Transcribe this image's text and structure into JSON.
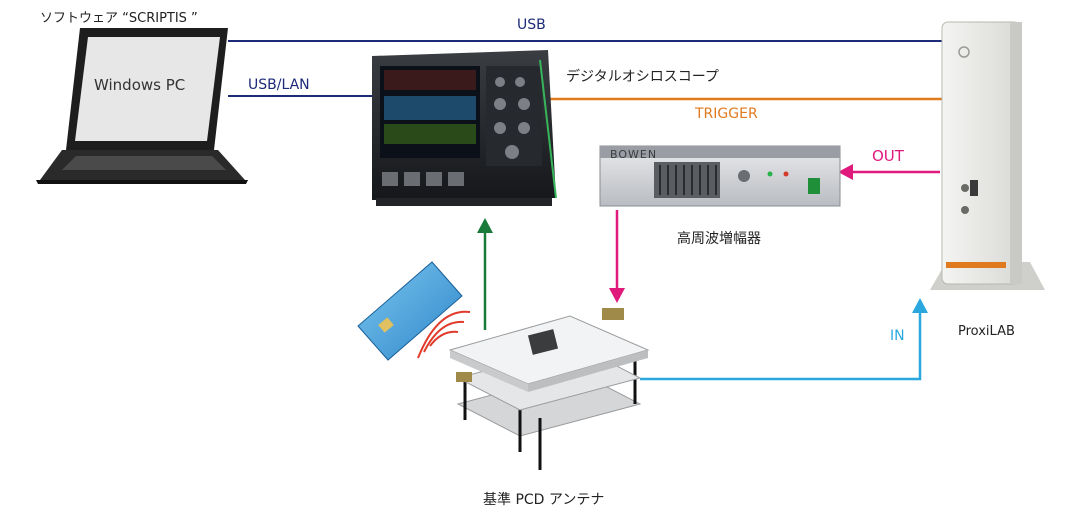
{
  "colors": {
    "usb_line": "#1c2a78",
    "trigger_line": "#e07a1f",
    "out_line": "#e0197d",
    "in_line": "#2aa8de",
    "green_arrow": "#1a7a3a",
    "text": "#222222"
  },
  "labels": {
    "software": "ソフトウェア “SCRIPTIS ”",
    "pc_screen": "Windows PC",
    "usb": "USB",
    "usb_lan": "USB/LAN",
    "oscilloscope": "デジタルオシロスコープ",
    "trigger": "TRIGGER",
    "out": "OUT",
    "amplifier": "高周波増幅器",
    "amp_brand": "BOWEN",
    "in": "IN",
    "proxilab": "ProxiLAB",
    "antenna": "基準 PCD アンテナ"
  },
  "icons": {
    "laptop": "laptop-icon",
    "oscilloscope": "oscilloscope-icon",
    "amplifier": "amplifier-icon",
    "proxilab": "proxilab-device-icon",
    "card": "contactless-card-icon",
    "antenna": "antenna-stack-icon"
  }
}
